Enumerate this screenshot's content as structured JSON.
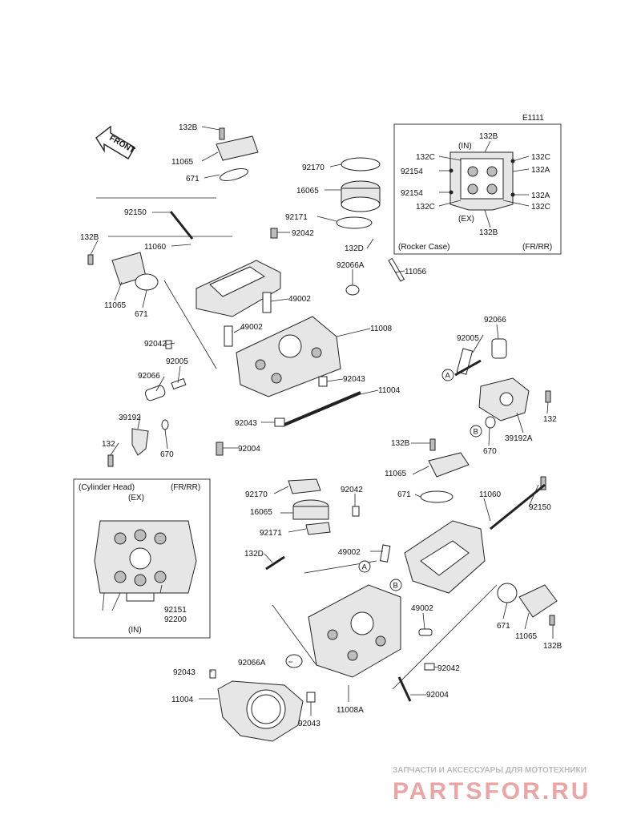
{
  "diagram_code": "E1111",
  "front_label": "FRONT",
  "insets": {
    "rocker_case": {
      "title": "(Rocker Case)",
      "variant": "(FR/RR)",
      "in": "(IN)",
      "ex": "(EX)"
    },
    "cylinder_head": {
      "title": "(Cylinder Head)",
      "variant": "(FR/RR)",
      "ex": "(EX)",
      "in": "(IN)"
    }
  },
  "callouts": {
    "A": "A",
    "B": "B"
  },
  "labels": {
    "p132b_a": "132B",
    "p11065_a": "11065",
    "p671_a": "671",
    "p92150_a": "92150",
    "p11060_a": "11060",
    "p132b_b": "132B",
    "p11065_b": "11065",
    "p671_b": "671",
    "p92170_a": "92170",
    "p16065_a": "16065",
    "p92171_a": "92171",
    "p92042_a": "92042",
    "p132d_a": "132D",
    "p92066a_a": "92066A",
    "p11056": "11056",
    "p49002_a": "49002",
    "p49002_b": "49002",
    "p11008": "11008",
    "p92042_b": "92042",
    "p92005_a": "92005",
    "p92066_a": "92066",
    "p92043_a": "92043",
    "p11004_a": "11004",
    "p92043_b": "92043",
    "p39192": "39192",
    "p670_a": "670",
    "p132_a": "132",
    "p92004_a": "92004",
    "p92066_b": "92066",
    "p92005_b": "92005",
    "p132_b": "132",
    "p670_b": "670",
    "p39192a": "39192A",
    "p132b_c": "132B",
    "p11065_c": "11065",
    "p671_c": "671",
    "p11060_b": "11060",
    "p92150_b": "92150",
    "p92170_b": "92170",
    "p92042_c": "92042",
    "p16065_b": "16065",
    "p92171_b": "92171",
    "p132d_b": "132D",
    "p49002_c": "49002",
    "p49002_d": "49002",
    "p92066a_b": "92066A",
    "p92042_d": "92042",
    "p92043_c": "92043",
    "p11004_b": "11004",
    "p92043_d": "92043",
    "p11008a": "11008A",
    "p92004_b": "92004",
    "p671_d": "671",
    "p11065_d": "11065",
    "p132b_d": "132B",
    "r132b_top": "132B",
    "r132c_tl": "132C",
    "r132c_tr": "132C",
    "r92154_a": "92154",
    "r132a_a": "132A",
    "r92154_b": "92154",
    "r132a_b": "132A",
    "r132c_bl": "132C",
    "r132c_br": "132C",
    "r132b_bot": "132B",
    "c92151": "92151",
    "c92200": "92200"
  },
  "watermark": {
    "top_text": "ЗАПЧАСТИ И АКСЕССУАРЫ ДЛЯ МОТОТЕХНИКИ",
    "brand_text": "PARTSFOR.RU"
  }
}
